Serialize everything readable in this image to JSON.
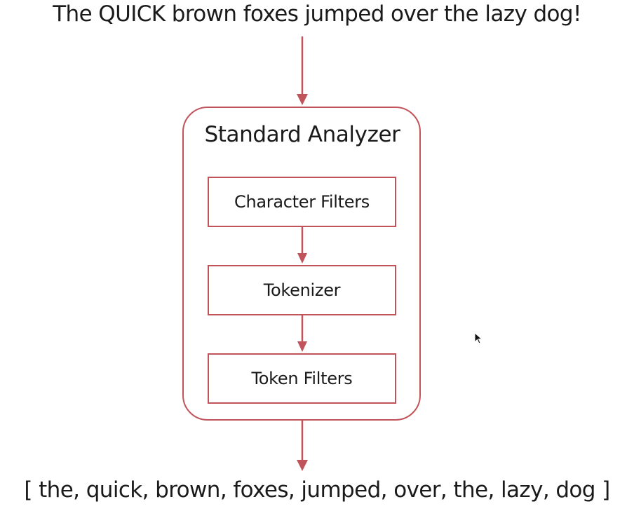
{
  "input": "The QUICK brown foxes jumped over the lazy dog!",
  "analyzer": {
    "title": "Standard Analyzer",
    "stages": [
      "Character Filters",
      "Tokenizer",
      "Token Filters"
    ]
  },
  "output": "[ the, quick, brown, foxes, jumped, over, the, lazy, dog ]",
  "colors": {
    "accent": "#c0545a",
    "text": "#1a1a1a",
    "background": "#ffffff"
  }
}
